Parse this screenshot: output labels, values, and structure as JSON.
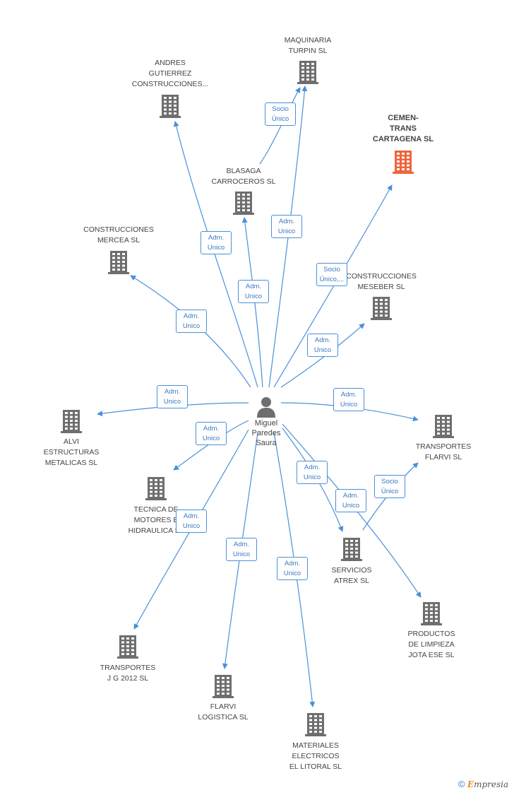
{
  "center": {
    "label": "Miguel\nParedes\nSaura"
  },
  "nodes": [
    {
      "id": "andres",
      "label": "ANDRES\nGUTIERREZ\nCONSTRUCCIONES..."
    },
    {
      "id": "turpin",
      "label": "MAQUINARIA\nTURPIN  SL"
    },
    {
      "id": "cemen",
      "label": "CEMEN-\nTRANS\nCARTAGENA SL",
      "highlight": true
    },
    {
      "id": "blasaga",
      "label": "BLASAGA\nCARROCEROS SL"
    },
    {
      "id": "mercea",
      "label": "CONSTRUCCIONES\nMERCEA SL"
    },
    {
      "id": "meseber",
      "label": "CONSTRUCCIONES\nMESEBER SL"
    },
    {
      "id": "alvi",
      "label": "ALVI\nESTRUCTURAS\nMETALICAS SL"
    },
    {
      "id": "tflarvi",
      "label": "TRANSPORTES\nFLARVI SL"
    },
    {
      "id": "tecnica",
      "label": "TECNICA DE\nMOTORES E\nHIDRAULICA SL"
    },
    {
      "id": "atrex",
      "label": "SERVICIOS\nATREX SL"
    },
    {
      "id": "jota",
      "label": "PRODUCTOS\nDE LIMPIEZA\nJOTA ESE SL"
    },
    {
      "id": "jg",
      "label": "TRANSPORTES\nJ G 2012 SL"
    },
    {
      "id": "flarvi",
      "label": "FLARVI\nLOGISTICA SL"
    },
    {
      "id": "litoral",
      "label": "MATERIALES\nELECTRICOS\nEL LITORAL SL"
    }
  ],
  "edges": [
    {
      "from": "center",
      "to": "andres",
      "label": "Adm.\nUnico"
    },
    {
      "from": "center",
      "to": "turpin",
      "label": "Adm.\nUnico"
    },
    {
      "from": "blasaga",
      "to": "turpin",
      "label": "Socio\nÚnico"
    },
    {
      "from": "center",
      "to": "blasaga",
      "label": "Adm.\nUnico"
    },
    {
      "from": "center",
      "to": "cemen",
      "label": "Socio\nÚnico,..."
    },
    {
      "from": "center",
      "to": "mercea",
      "label": "Adm.\nUnico"
    },
    {
      "from": "center",
      "to": "meseber",
      "label": "Adm.\nUnico"
    },
    {
      "from": "center",
      "to": "alvi",
      "label": "Adm.\nUnico"
    },
    {
      "from": "center",
      "to": "tflarvi",
      "label": "Adm.\nUnico"
    },
    {
      "from": "center",
      "to": "tecnica",
      "label": "Adm.\nUnico"
    },
    {
      "from": "center",
      "to": "atrex",
      "label": "Adm.\nUnico"
    },
    {
      "from": "center",
      "to": "jota",
      "label": "Adm.\nUnico"
    },
    {
      "from": "atrex",
      "to": "tflarvi",
      "label": "Socio\nÚnico"
    },
    {
      "from": "center",
      "to": "jg",
      "label": "Adm.\nUnico"
    },
    {
      "from": "center",
      "to": "flarvi",
      "label": "Adm.\nUnico"
    },
    {
      "from": "center",
      "to": "litoral",
      "label": "Adm.\nUnico"
    }
  ],
  "colors": {
    "edge": "#4a90d9",
    "building": "#6e6e6e",
    "highlight": "#f0643c",
    "person": "#6e6e6e"
  },
  "footer": {
    "copyright": "©",
    "brand_initial": "E",
    "brand_rest": "mpresia"
  }
}
